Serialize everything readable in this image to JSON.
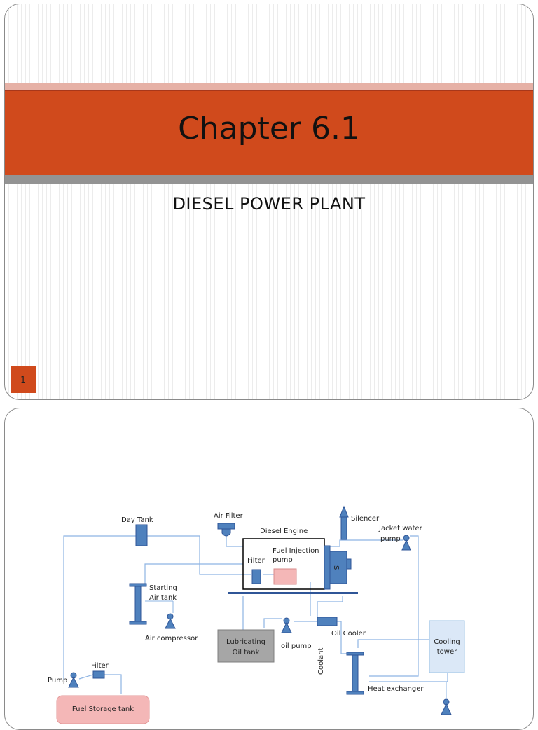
{
  "slide1": {
    "title": "Chapter 6.1",
    "subtitle": "DIESEL POWER PLANT",
    "page_number": "1"
  },
  "slide2": {
    "diagram_labels": {
      "day_tank": "Day Tank",
      "air_filter": "Air Filter",
      "silencer": "Silencer",
      "diesel_engine": "Diesel Engine",
      "jacket_water_pump_1": "Jacket water",
      "jacket_water_pump_2": "pump",
      "filter_engine": "Filter",
      "fuel_injection_1": "Fuel Injection",
      "fuel_injection_2": "pump",
      "generator": "S",
      "starting_air_1": "Starting",
      "starting_air_2": "Air tank",
      "air_compressor": "Air compressor",
      "lubricating_1": "Lubricating",
      "lubricating_2": "Oil tank",
      "oil_pump": "oil pump",
      "oil_cooler": "Oil Cooler",
      "cooling_tower_1": "Cooling",
      "cooling_tower_2": "tower",
      "coolant": "Coolant",
      "heat_exchanger": "Heat exchanger",
      "filter_fuel": "Filter",
      "pump": "Pump",
      "fuel_storage": "Fuel Storage tank"
    },
    "colors": {
      "component_blue": "#4f81bd",
      "component_edge": "#2f5597",
      "line_blue": "#8eb4e3",
      "accent_orange": "#d04a1c"
    }
  }
}
